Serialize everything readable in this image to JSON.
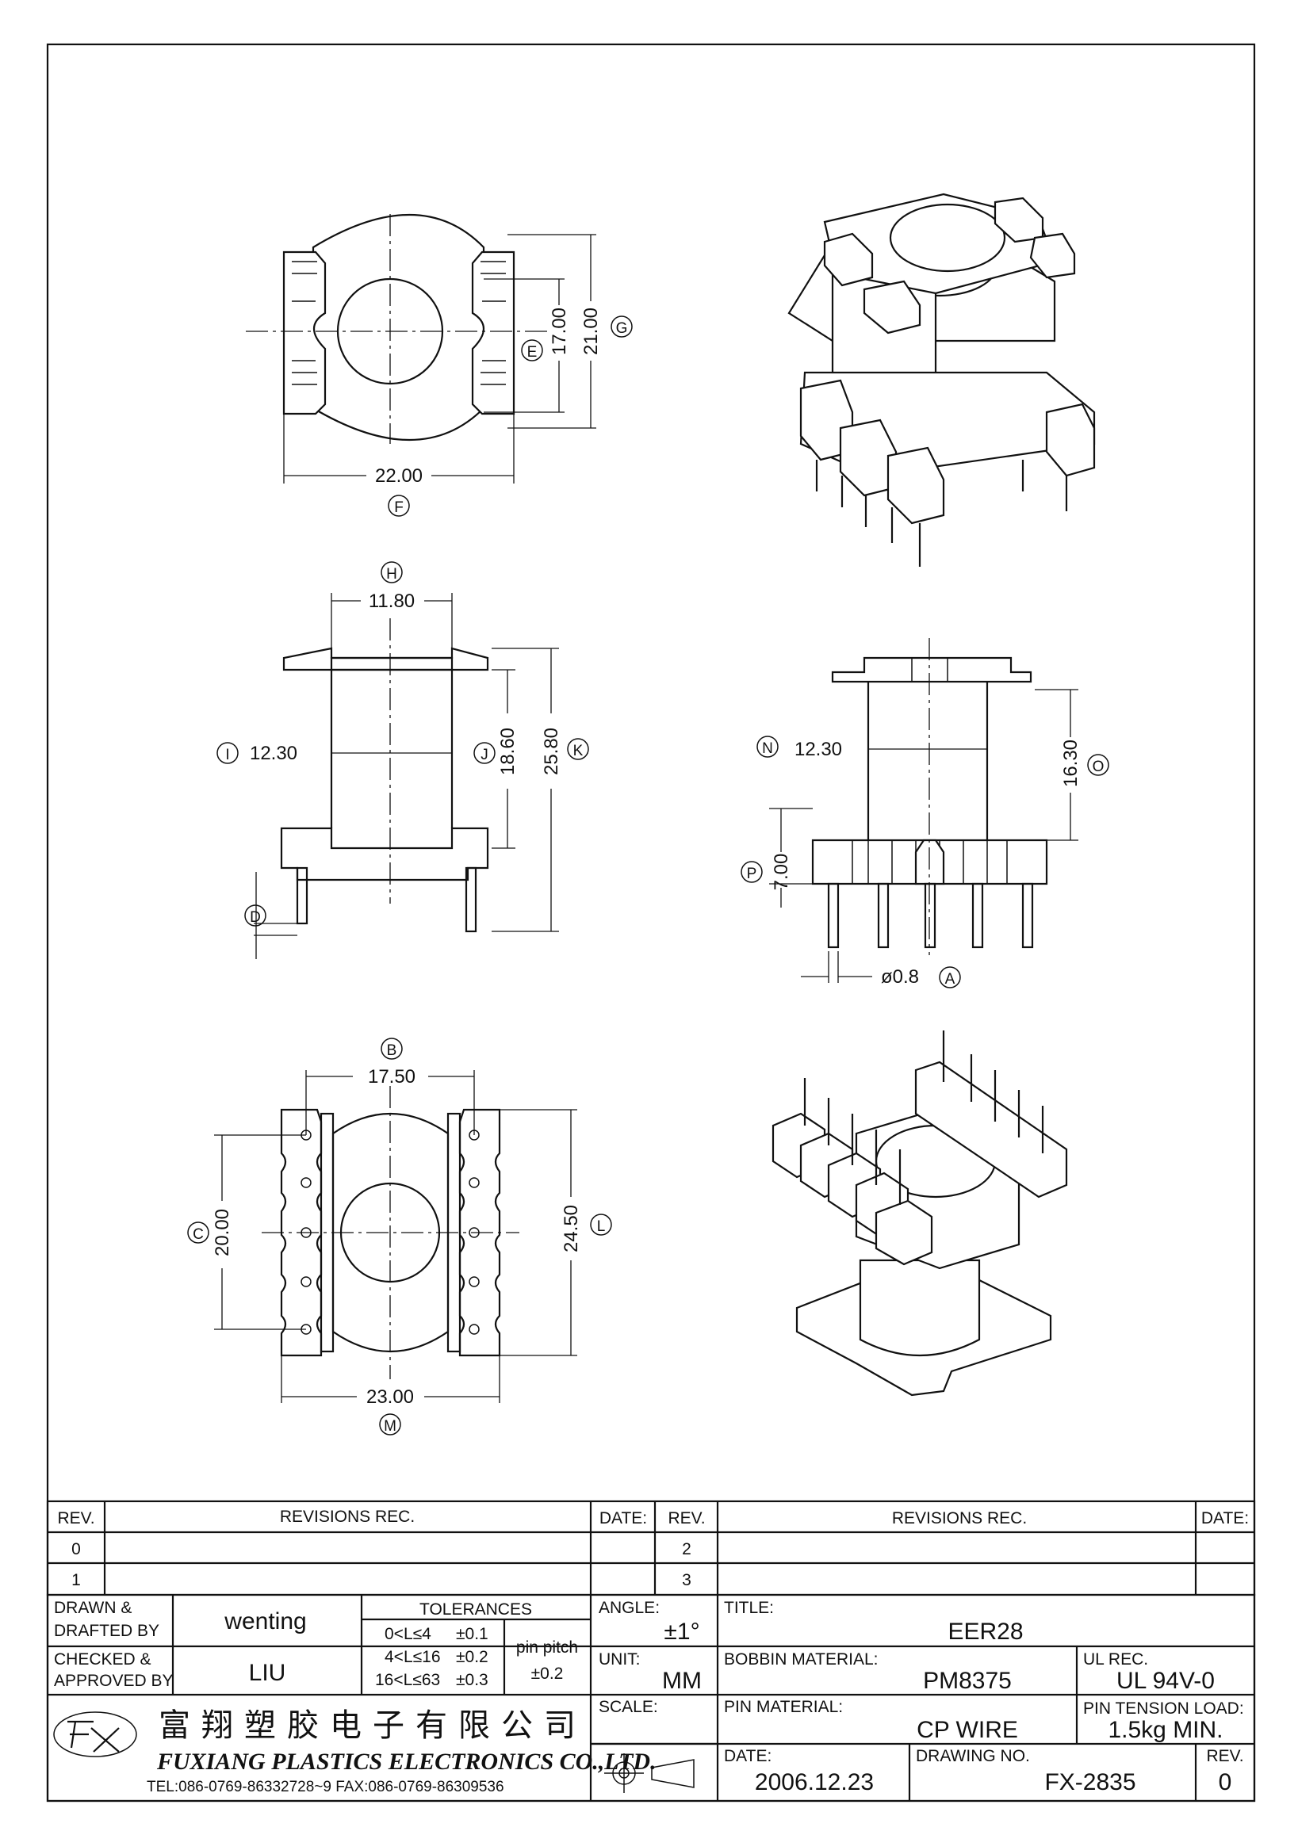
{
  "views": {
    "top": {
      "dim_width": "22.00",
      "dim_inner": "17.00",
      "dim_outer": "21.00",
      "tag_width": "F",
      "tag_inner": "E",
      "tag_outer": "G"
    },
    "side": {
      "dim_top": "11.80",
      "tag_top": "H",
      "dim_core": "12.30",
      "tag_core": "I",
      "dim_window": "18.60",
      "tag_window": "J",
      "dim_height": "25.80",
      "tag_height": "K",
      "tag_pin": "D"
    },
    "front": {
      "dim_core": "12.30",
      "tag_core": "N",
      "dim_tube": "16.30",
      "tag_tube": "O",
      "dim_base": "7.00",
      "tag_base": "P",
      "dim_pin": "ø0.8",
      "tag_pin": "A"
    },
    "bottom": {
      "dim_pinrow": "17.50",
      "tag_pinrow": "B",
      "dim_pitch": "20.00",
      "tag_pitch": "C",
      "dim_len": "24.50",
      "tag_len": "L",
      "dim_width": "23.00",
      "tag_width": "M"
    }
  },
  "title_block": {
    "revisions": {
      "header": {
        "rev": "REV.",
        "rec": "REVISIONS   REC.",
        "date": "DATE:"
      },
      "left_rows": [
        "0",
        "1"
      ],
      "right_rows": [
        "2",
        "3"
      ]
    },
    "drawn_label": "DRAWN &\nDRAFTED BY",
    "drawn_label_1": "DRAWN &",
    "drawn_label_2": "DRAFTED BY",
    "drawn_by": "wenting",
    "checked_label_1": "CHECKED &",
    "checked_label_2": "APPROVED BY",
    "checked_by": "LIU",
    "tolerances": {
      "title": "TOLERANCES",
      "rows": [
        {
          "range": "0<L≤4",
          "tol": "±0.1"
        },
        {
          "range": "4<L≤16",
          "tol": "±0.2"
        },
        {
          "range": "16<L≤63",
          "tol": "±0.3"
        }
      ],
      "pin_pitch_label": "pin  pitch",
      "pin_pitch_value": "±0.2"
    },
    "angle_label": "ANGLE:",
    "angle_value": "±1°",
    "unit_label": "UNIT:",
    "unit_value": "MM",
    "scale_label": "SCALE:",
    "title_label": "TITLE:",
    "title_value": "EER28",
    "bobbin_label": "BOBBIN  MATERIAL:",
    "bobbin_value": "PM8375",
    "ul_label": "UL  REC.",
    "ul_value": "UL  94V-0",
    "pin_material_label": "PIN  MATERIAL:",
    "pin_material_value": "CP  WIRE",
    "pin_tension_label": "PIN  TENSION  LOAD:",
    "pin_tension_value": "1.5kg  MIN.",
    "date_label": "DATE:",
    "date_value": "2006.12.23",
    "drawing_no_label": "DRAWING  NO.",
    "drawing_no_value": "FX-2835",
    "rev_label": "REV.",
    "rev_value": "0",
    "company_cn": "富翔塑胶电子有限公司",
    "company_en": "FUXIANG PLASTICS ELECTRONICS CO.,LTD.",
    "company_contact": "TEL:086-0769-86332728~9  FAX:086-0769-86309536"
  }
}
